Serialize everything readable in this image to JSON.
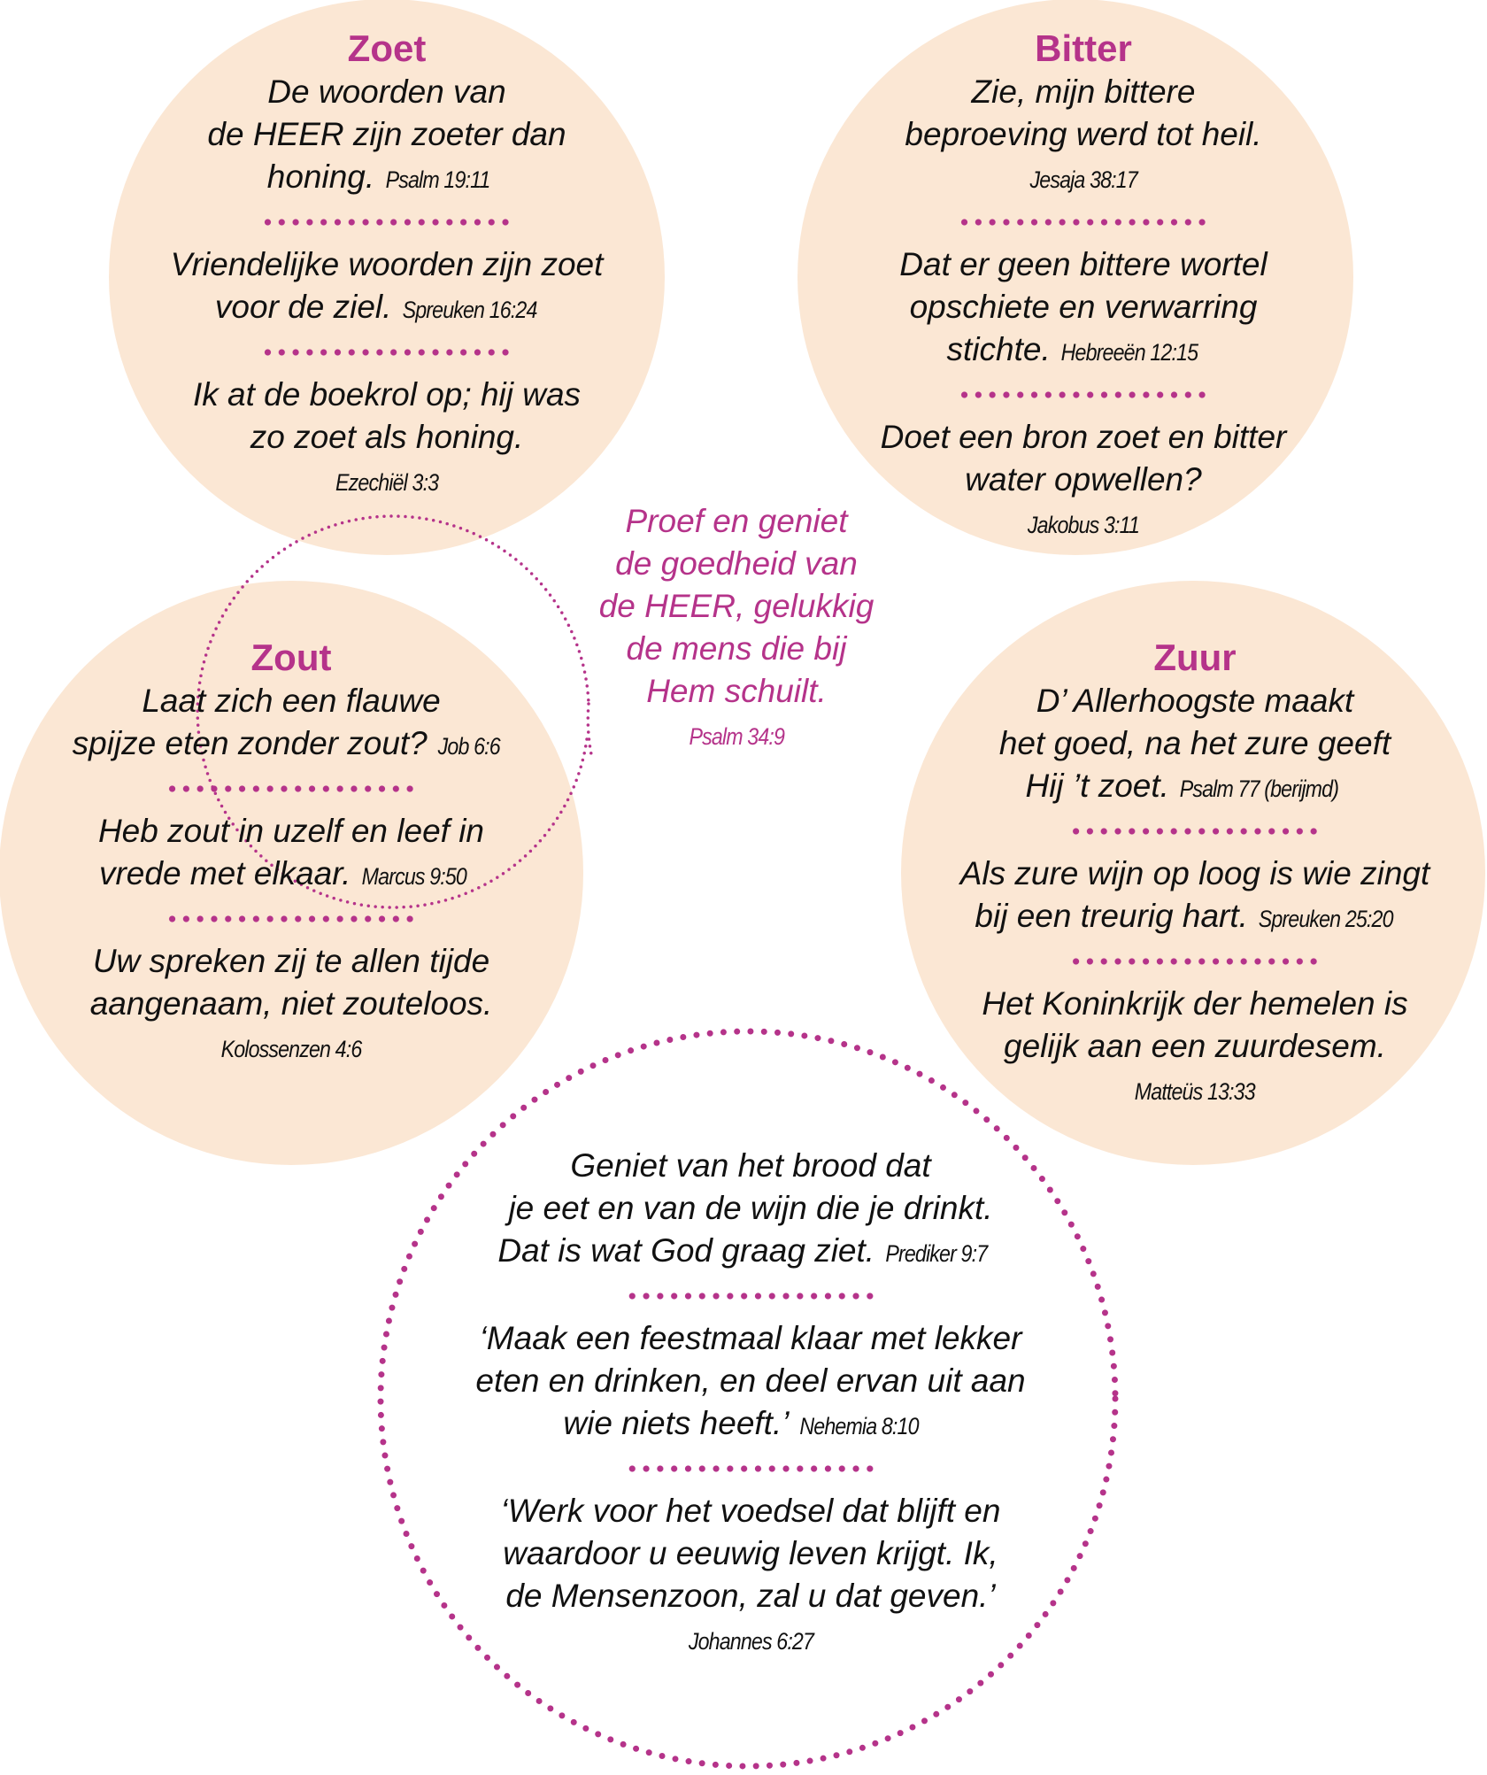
{
  "colors": {
    "accent": "#b5338a",
    "circle_fill": "#fbe7d4"
  },
  "zoet": {
    "title": "Zoet",
    "verses": [
      {
        "lines": [
          "De woorden van",
          "de HEER zijn zoeter dan",
          "honing."
        ],
        "ref": "Psalm 19:11",
        "ref_own_line": false
      },
      {
        "lines": [
          "Vriendelijke woorden zijn zoet",
          "voor de ziel."
        ],
        "ref": "Spreuken 16:24",
        "ref_own_line": false
      },
      {
        "lines": [
          "Ik at de boekrol op; hij was",
          "zo zoet als honing."
        ],
        "ref": "Ezechiël 3:3",
        "ref_own_line": true
      }
    ]
  },
  "bitter": {
    "title": "Bitter",
    "verses": [
      {
        "lines": [
          "Zie, mijn bittere",
          "beproeving werd tot heil."
        ],
        "ref": "Jesaja 38:17",
        "ref_own_line": true
      },
      {
        "lines": [
          "Dat er geen bittere wortel",
          "opschiete en verwarring",
          "stichte."
        ],
        "ref": "Hebreeën 12:15",
        "ref_own_line": false
      },
      {
        "lines": [
          "Doet een bron zoet en bitter",
          "water opwellen?"
        ],
        "ref": "Jakobus 3:11",
        "ref_own_line": true
      }
    ]
  },
  "zout": {
    "title": "Zout",
    "verses": [
      {
        "lines": [
          "Laat zich een flauwe",
          "spijze eten zonder zout?"
        ],
        "ref": "Job 6:6",
        "ref_own_line": false
      },
      {
        "lines": [
          "Heb zout in uzelf en leef in",
          "vrede met elkaar."
        ],
        "ref": "Marcus 9:50",
        "ref_own_line": false
      },
      {
        "lines": [
          "Uw spreken zij te allen tijde",
          "aangenaam, niet zouteloos."
        ],
        "ref": "Kolossenzen 4:6",
        "ref_own_line": true
      }
    ]
  },
  "zuur": {
    "title": "Zuur",
    "verses": [
      {
        "lines": [
          "D’ Allerhoogste maakt",
          "het goed, na het zure geeft",
          "Hij ’t zoet."
        ],
        "ref": "Psalm 77 (berijmd)",
        "ref_own_line": false
      },
      {
        "lines": [
          "Als zure wijn op loog is wie zingt",
          "bij een treurig hart."
        ],
        "ref": "Spreuken 25:20",
        "ref_own_line": false
      },
      {
        "lines": [
          "Het Koninkrijk der hemelen is",
          "gelijk aan een zuurdesem."
        ],
        "ref": "Matteüs 13:33",
        "ref_own_line": true
      }
    ]
  },
  "center": {
    "verses": [
      {
        "lines": [
          "Proef en geniet",
          "de goedheid van",
          "de HEER, gelukkig",
          "de mens die bij",
          "Hem schuilt."
        ],
        "ref": "Psalm 34:9",
        "ref_own_line": true
      }
    ]
  },
  "bottom": {
    "verses": [
      {
        "lines": [
          "Geniet van het brood dat",
          "je eet en van de wijn die je drinkt.",
          "Dat is wat God graag ziet."
        ],
        "ref": "Prediker 9:7",
        "ref_own_line": false
      },
      {
        "lines": [
          "‘Maak een feestmaal klaar met lekker",
          "eten en drinken, en deel ervan uit aan",
          "wie niets heeft.’"
        ],
        "ref": "Nehemia 8:10",
        "ref_own_line": false
      },
      {
        "lines": [
          "‘Werk voor het voedsel dat blijft en",
          "waardoor u eeuwig leven krijgt. Ik,",
          "de Mensenzoon, zal u dat geven.’"
        ],
        "ref": "Johannes 6:27",
        "ref_own_line": true
      }
    ]
  }
}
